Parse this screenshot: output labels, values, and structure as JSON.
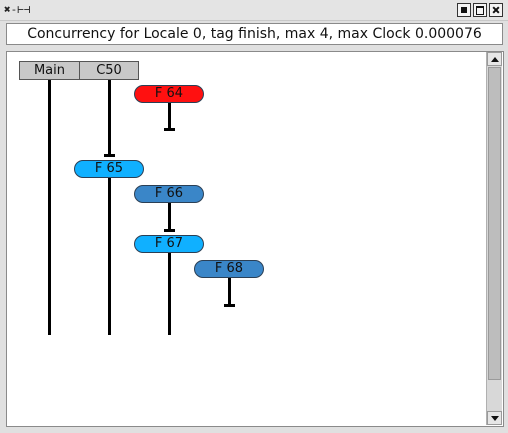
{
  "window": {
    "title_icons": "✖-⊢⊣",
    "buttons": [
      "minimize",
      "maximize",
      "close"
    ]
  },
  "header": {
    "text": "Concurrency for Locale 0, tag finish, max 4, max Clock 0.000076"
  },
  "columns": [
    {
      "label": "Main"
    },
    {
      "label": "C50"
    }
  ],
  "nodes": [
    {
      "label": "F 64",
      "color": "#ff1010"
    },
    {
      "label": "F 65",
      "color": "#10b0ff"
    },
    {
      "label": "F 66",
      "color": "#3a86c8"
    },
    {
      "label": "F 67",
      "color": "#10b0ff"
    },
    {
      "label": "F 68",
      "color": "#3a86c8"
    }
  ],
  "colors": {
    "window_bg": "#e0e0e0",
    "canvas_bg": "#ffffff",
    "column_header_bg": "#c8c8c8",
    "line": "#000000"
  }
}
